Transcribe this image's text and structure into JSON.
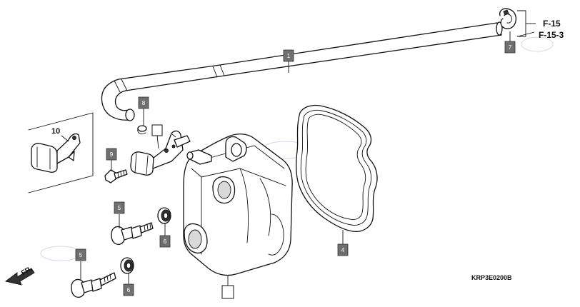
{
  "callouts": [
    {
      "id": "c1",
      "label": "1"
    },
    {
      "id": "c2",
      "label": ""
    },
    {
      "id": "c3",
      "label": ""
    },
    {
      "id": "c4",
      "label": "4"
    },
    {
      "id": "c5a",
      "label": "5"
    },
    {
      "id": "c5b",
      "label": "5"
    },
    {
      "id": "c6a",
      "label": "6"
    },
    {
      "id": "c6b",
      "label": "6"
    },
    {
      "id": "c7",
      "label": "7"
    },
    {
      "id": "c8",
      "label": "8"
    },
    {
      "id": "c9",
      "label": "9"
    }
  ],
  "labels": {
    "part_10": "10",
    "ref_f15": "F-15",
    "ref_f153": "F-15-3",
    "front_arrow": "FR.",
    "diagram_code": "KRP3E0200B"
  }
}
